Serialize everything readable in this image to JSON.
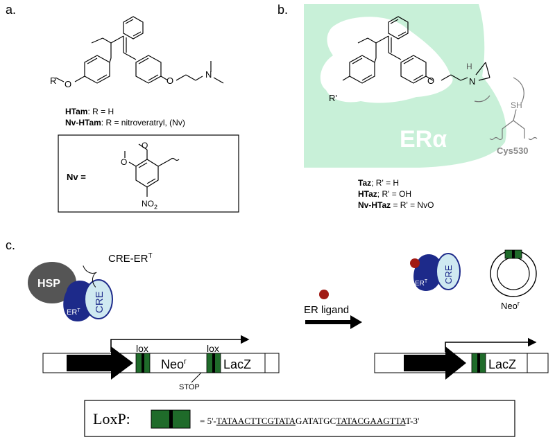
{
  "panel_a": {
    "label": "a.",
    "r_label": "R",
    "htam_name": "HTam",
    "htam_def": ": R = H",
    "nvhtam_name": "Nv-HTam",
    "nvhtam_def": ": R = nitroveratryl, (Nv)",
    "nv_label": "Nv =",
    "no2_label": "NO",
    "no2_sub": "2"
  },
  "panel_b": {
    "label": "b.",
    "r_prime": "R'",
    "h_label": "H",
    "n_label": "N",
    "sh_label": "SH",
    "er_alpha": "ERα",
    "cys_label": "Cys530",
    "taz_name": "Taz",
    "taz_def": "; R' = H",
    "htaz_name": "HTaz",
    "htaz_def": "; R' = OH",
    "nvhtaz_name": "Nv-HTaz",
    "nvhtaz_def": " = R' = NvO"
  },
  "panel_c": {
    "label": "c.",
    "cre_ert": "CRE-ER",
    "cre_ert_sup": "T",
    "hsp": "HSP",
    "er": "ER",
    "er_sup": "T",
    "cre": "CRE",
    "ligand": "ER ligand",
    "lox1": "lox",
    "lox2": "lox",
    "neo": "Neo",
    "neo_sup": "r",
    "lacz": "LacZ",
    "stop": "STOP",
    "lacz_right": "LacZ",
    "neo_circle": "Neo",
    "neo_circle_sup": "r",
    "er_right": "ER",
    "er_right_sup": "T",
    "cre_right": "CRE"
  },
  "loxp": {
    "label": "LoxP:",
    "seq_prefix": "= 5'-",
    "seq_u1": "TATAACTTCGTATA",
    "seq_mid": "GATATGC",
    "seq_u2": "TATACGAAGTTA",
    "seq_suffix": "T-3'"
  },
  "colors": {
    "er_pocket": "#c8f0d8",
    "protein_blue": "#1d2a8a",
    "cre_fill": "#cfe9f1",
    "hsp_gray": "#555555",
    "lox_green": "#1f6b2a",
    "ligand_red": "#a11a14",
    "cys_gray": "#888888"
  }
}
